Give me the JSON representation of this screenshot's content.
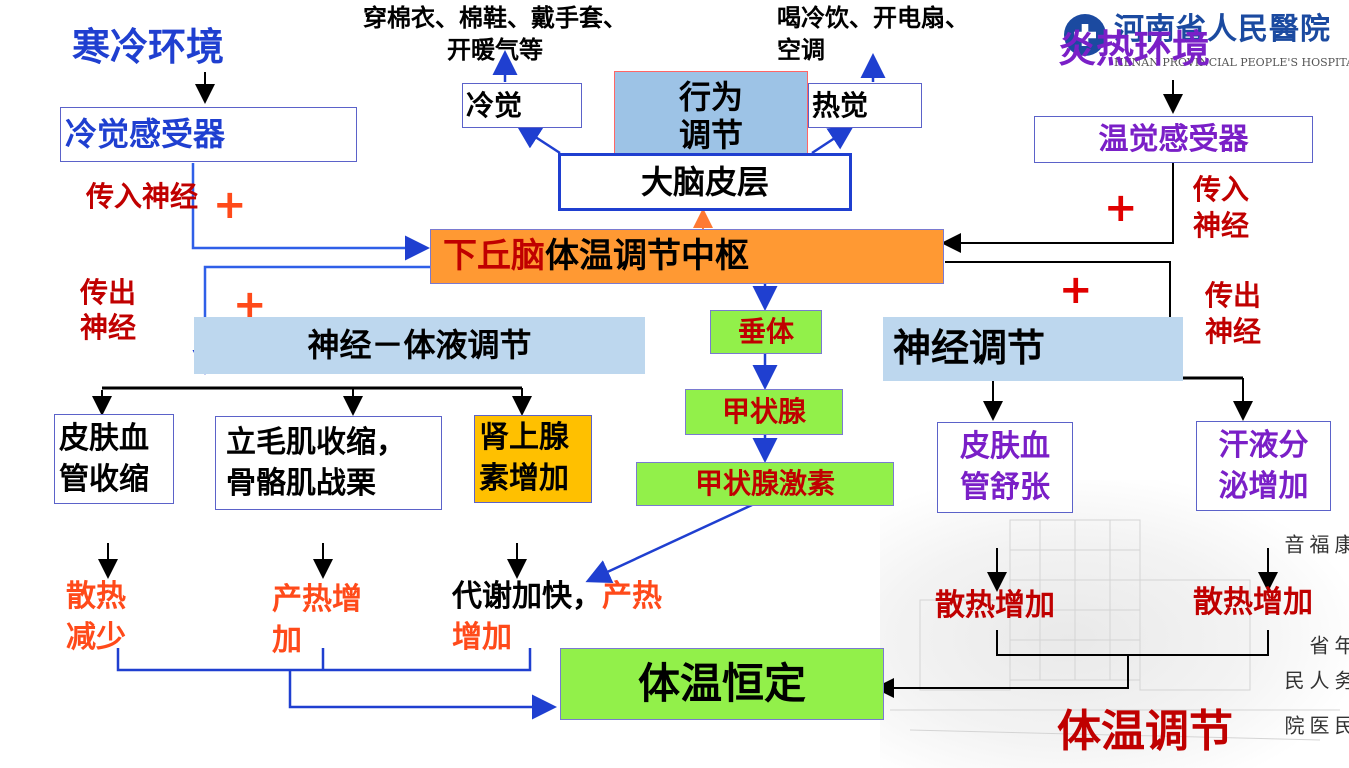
{
  "logo": {
    "name": "河南省人民醫院",
    "subtitle": "HENAN PROVINCIAL PEOPLE'S HOSPITAL"
  },
  "watermark": {
    "col1": "人民医院",
    "col2": "百年省",
    "col3": "服务人民",
    "col4": "健康福音"
  },
  "cold": {
    "env": "寒冷环境",
    "receptor": "冷觉感受器",
    "afferent": "传入神经",
    "efferent_1": "传出",
    "efferent_2": "神经",
    "plus": "+",
    "neuro_humoral": "神经－体液调节",
    "skin_1": "皮肤血",
    "skin_2": "管收缩",
    "muscle_1": "立毛肌收缩，",
    "muscle_2": "骨骼肌战栗",
    "adrenal_1": "肾上腺",
    "adrenal_2": "素增加",
    "heat_less_1": "散热",
    "heat_less_2": "减少",
    "heat_prod_1": "产热增",
    "heat_prod_2": "加",
    "metab_black": "代谢加快，",
    "metab_red": "产热",
    "metab_red_2": "增加"
  },
  "center": {
    "behavior_1": "行为",
    "behavior_2": "调节",
    "cold_sense": "冷觉",
    "hot_sense": "热觉",
    "cold_actions_1": "穿棉衣、棉鞋、戴手套、",
    "cold_actions_2": "开暖气等",
    "hot_actions_1": "喝冷饮、开电扇、",
    "hot_actions_2": "空调",
    "cortex": "大脑皮层",
    "hypo_red": "下丘脑",
    "hypo_black": "体温调节中枢",
    "pituitary": "垂体",
    "thyroid": "甲状腺",
    "thyroxine": "甲状腺激素",
    "result": "体温恒定"
  },
  "hot": {
    "env": "炎热环境",
    "receptor": "温觉感受器",
    "afferent_1": "传入",
    "afferent_2": "神经",
    "efferent_1": "传出",
    "efferent_2": "神经",
    "plus": "+",
    "neural": "神经调节",
    "skin_1": "皮肤血",
    "skin_2": "管舒张",
    "sweat_1": "汗液分",
    "sweat_2": "泌增加",
    "heat_loss": "散热增加"
  },
  "footer": {
    "title": "体温调节"
  },
  "colors": {
    "blue": "#1f3fd0",
    "red": "#c00000",
    "orange": "#ff4a1a",
    "purple": "#7a1fc7",
    "green": "#92f04a",
    "orange_fill": "#ff9933",
    "light_blue": "#bdd7ee",
    "gold": "#ffc000"
  }
}
